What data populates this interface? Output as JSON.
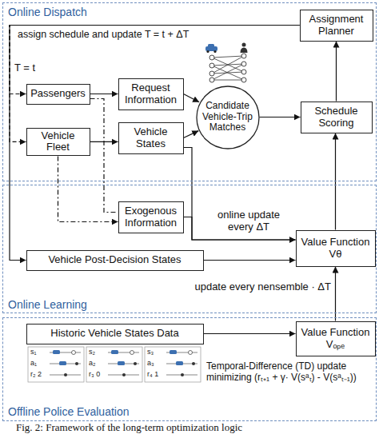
{
  "diagram": {
    "caption": "Fig. 2: Framework of the long-term optimization logic",
    "nodes": [
      {
        "text": [
          "Online Dispatch"
        ]
      },
      {
        "text": [
          "Assignment Planner"
        ],
        "in": 0
      },
      {
        "text": [
          "Passengers"
        ],
        "in": 0
      },
      {
        "text": [
          "Request Information"
        ],
        "in": 0
      },
      {
        "text": [
          "Vehicle Fleet"
        ],
        "in": 0
      },
      {
        "text": [
          "Vehicle States"
        ],
        "in": 0
      },
      {
        "text": [
          "Candidate Vehicle-Trip Matches"
        ],
        "in": 0
      },
      {
        "text": [
          "Schedule Scoring"
        ],
        "in": 0
      },
      {
        "text": [
          "Online Learning"
        ]
      },
      {
        "text": [
          "Exogenous Information"
        ],
        "in": 8
      },
      {
        "text": [
          "Vehicle Post-Decision States"
        ],
        "in": 8
      },
      {
        "text": [
          "Value Function Vθ"
        ],
        "in": 8
      },
      {
        "text": [
          "Offline Police Evaluation"
        ]
      },
      {
        "text": [
          "Historic Vehicle States Data"
        ],
        "in": 12
      },
      {
        "text": [
          "Value Function Vₒₚₑ"
        ],
        "in": 12
      }
    ],
    "edges": [
      {
        "from": 7,
        "to": 1,
        "arrow": "to"
      },
      {
        "from": 1,
        "to": 2,
        "arrow": "to",
        "label": "assign schedule and update T = t + ΔT"
      },
      {
        "from": 1,
        "to": 4,
        "arrow": "to"
      },
      {
        "from": 1,
        "to": 10,
        "arrow": "to"
      },
      {
        "from": 2,
        "to": 3,
        "arrow": "to"
      },
      {
        "from": 4,
        "to": 5,
        "arrow": "to"
      },
      {
        "from": 3,
        "to": 6,
        "arrow": "to"
      },
      {
        "from": 5,
        "to": 6,
        "arrow": "to"
      },
      {
        "from": 6,
        "to": 7,
        "arrow": "to"
      },
      {
        "from": 5,
        "to": 11,
        "arrow": "to",
        "label": "online update every ΔT"
      },
      {
        "from": 9,
        "to": 11,
        "arrow": "to"
      },
      {
        "from": 10,
        "to": 11,
        "arrow": "to"
      },
      {
        "from": 11,
        "to": 7,
        "arrow": "to"
      },
      {
        "from": 14,
        "to": 11,
        "arrow": "to",
        "label": "update every nensemble · ΔT"
      },
      {
        "from": 13,
        "to": 14,
        "arrow": "to"
      },
      {
        "from": 2,
        "to": 9,
        "arrow": "none"
      },
      {
        "from": 4,
        "to": 9,
        "arrow": "to"
      }
    ],
    "labels": [
      "T = t",
      "Temporal-Difference (TD) update minimizing (rₜ₊₁ + γ· V(sᵃₜ) - V(sᵃₜ₋₁))",
      "s₁",
      "a₁",
      "r₂ 2",
      "s₂",
      "a₂",
      "r₃ 0",
      "s₃",
      "a₃",
      "r₄ 1"
    ]
  }
}
